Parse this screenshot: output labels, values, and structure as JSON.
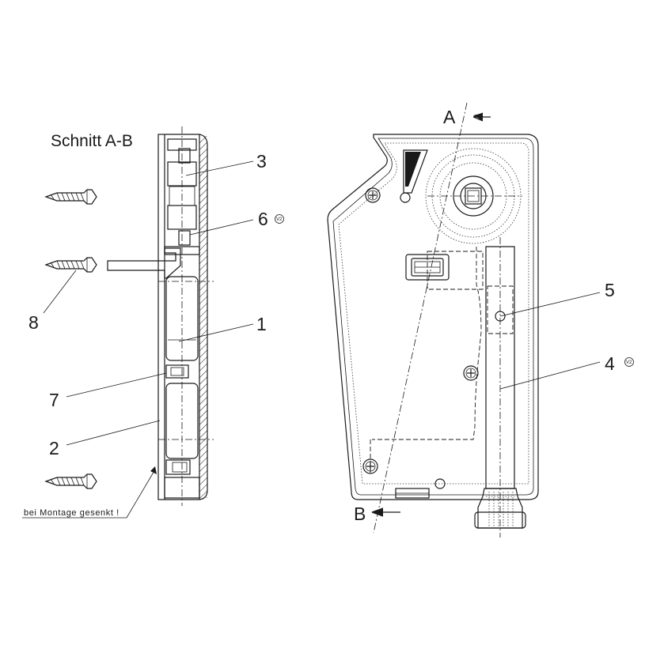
{
  "section_title": "Schnitt A-B",
  "section_marks": {
    "a": "A",
    "b": "B"
  },
  "note": "bei Montage gesenkt !",
  "callouts": {
    "c1": "1",
    "c2": "2",
    "c3": "3",
    "c4": "4",
    "c5": "5",
    "c6": "6",
    "c7": "7",
    "c8": "8"
  },
  "badge_text": "V2",
  "colors": {
    "ink": "#1a1a1a",
    "background": "#ffffff"
  }
}
